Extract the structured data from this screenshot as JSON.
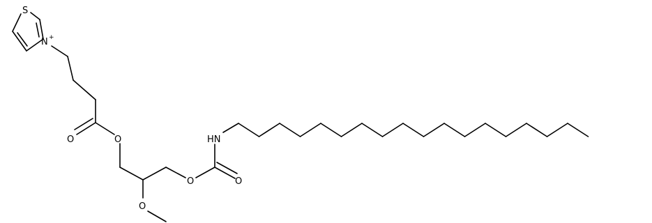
{
  "labels": {
    "sulfur": "S",
    "nitrogen_ring": "N",
    "nitrogen_charge": "+",
    "ester_carbonyl_oxygen": "O",
    "ester_oxygen": "O",
    "ether_oxygen": "O",
    "carbamate_oxygen": "O",
    "carbamate_carbonyl_oxygen": "O",
    "amine": "HN"
  },
  "colors": {
    "bond": "#000000",
    "text": "#000000",
    "background": "#ffffff"
  }
}
